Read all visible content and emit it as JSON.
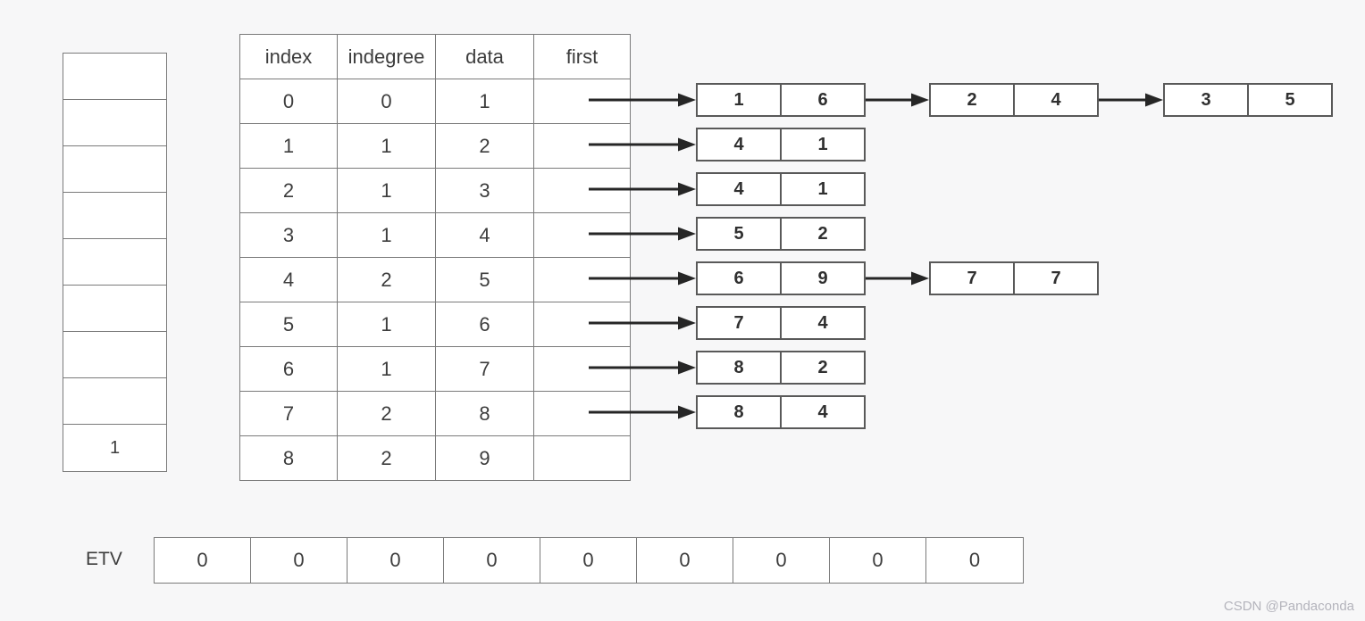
{
  "colors": {
    "background": "#f7f7f8",
    "cell_background": "#ffffff",
    "table_border": "#7a7a7a",
    "node_border": "#595959",
    "arrow": "#262626",
    "text": "#3d3d3d",
    "watermark": "#b4b4bc"
  },
  "stack": {
    "cells": [
      "",
      "",
      "",
      "",
      "",
      "",
      "",
      "",
      "1"
    ]
  },
  "table": {
    "headers": [
      "index",
      "indegree",
      "data",
      "first"
    ],
    "rows": [
      {
        "index": "0",
        "indegree": "0",
        "data": "1",
        "first": ""
      },
      {
        "index": "1",
        "indegree": "1",
        "data": "2",
        "first": ""
      },
      {
        "index": "2",
        "indegree": "1",
        "data": "3",
        "first": ""
      },
      {
        "index": "3",
        "indegree": "1",
        "data": "4",
        "first": ""
      },
      {
        "index": "4",
        "indegree": "2",
        "data": "5",
        "first": ""
      },
      {
        "index": "5",
        "indegree": "1",
        "data": "6",
        "first": ""
      },
      {
        "index": "6",
        "indegree": "1",
        "data": "7",
        "first": ""
      },
      {
        "index": "7",
        "indegree": "2",
        "data": "8",
        "first": ""
      },
      {
        "index": "8",
        "indegree": "2",
        "data": "9",
        "first": ""
      }
    ]
  },
  "lists": [
    {
      "nodes": [
        {
          "adjvex": "1",
          "weight": "6"
        },
        {
          "adjvex": "2",
          "weight": "4"
        },
        {
          "adjvex": "3",
          "weight": "5"
        }
      ]
    },
    {
      "nodes": [
        {
          "adjvex": "4",
          "weight": "1"
        }
      ]
    },
    {
      "nodes": [
        {
          "adjvex": "4",
          "weight": "1"
        }
      ]
    },
    {
      "nodes": [
        {
          "adjvex": "5",
          "weight": "2"
        }
      ]
    },
    {
      "nodes": [
        {
          "adjvex": "6",
          "weight": "9"
        },
        {
          "adjvex": "7",
          "weight": "7"
        }
      ]
    },
    {
      "nodes": [
        {
          "adjvex": "7",
          "weight": "4"
        }
      ]
    },
    {
      "nodes": [
        {
          "adjvex": "8",
          "weight": "2"
        }
      ]
    },
    {
      "nodes": [
        {
          "adjvex": "8",
          "weight": "4"
        }
      ]
    }
  ],
  "etv": {
    "label": "ETV",
    "values": [
      "0",
      "0",
      "0",
      "0",
      "0",
      "0",
      "0",
      "0",
      "0"
    ]
  },
  "watermark": "CSDN @Pandaconda"
}
